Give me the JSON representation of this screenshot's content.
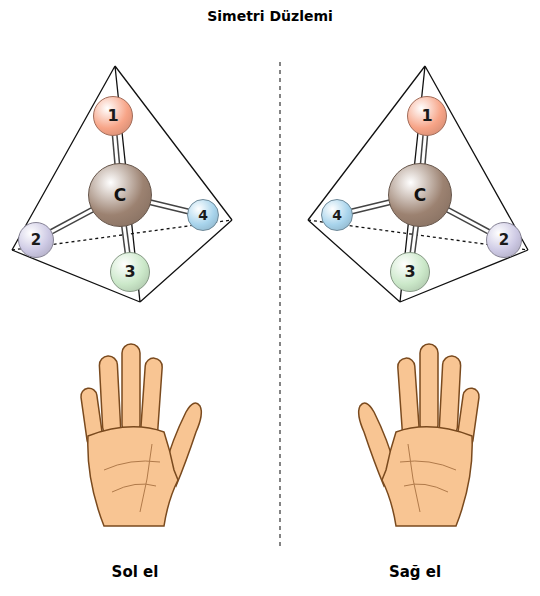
{
  "diagram": {
    "title": "Simetri Düzlemi",
    "nodes": [
      {
        "text": [
          "1"
        ]
      },
      {
        "text": [
          "C"
        ]
      },
      {
        "text": [
          "4"
        ]
      },
      {
        "text": [
          "2"
        ]
      },
      {
        "text": [
          "3"
        ]
      },
      {
        "text": [
          "1"
        ]
      },
      {
        "text": [
          "C"
        ]
      },
      {
        "text": [
          "4"
        ]
      },
      {
        "text": [
          "2"
        ]
      },
      {
        "text": [
          "3"
        ]
      }
    ],
    "edges": [
      {
        "from": 1,
        "to": 0,
        "arrow": "none"
      },
      {
        "from": 1,
        "to": 2,
        "arrow": "none"
      },
      {
        "from": 1,
        "to": 3,
        "arrow": "none"
      },
      {
        "from": 1,
        "to": 4,
        "arrow": "none"
      },
      {
        "from": 6,
        "to": 5,
        "arrow": "none"
      },
      {
        "from": 6,
        "to": 7,
        "arrow": "none"
      },
      {
        "from": 6,
        "to": 8,
        "arrow": "none"
      },
      {
        "from": 6,
        "to": 9,
        "arrow": "none"
      }
    ],
    "labels": [
      "Sol el",
      "Sağ el"
    ]
  }
}
